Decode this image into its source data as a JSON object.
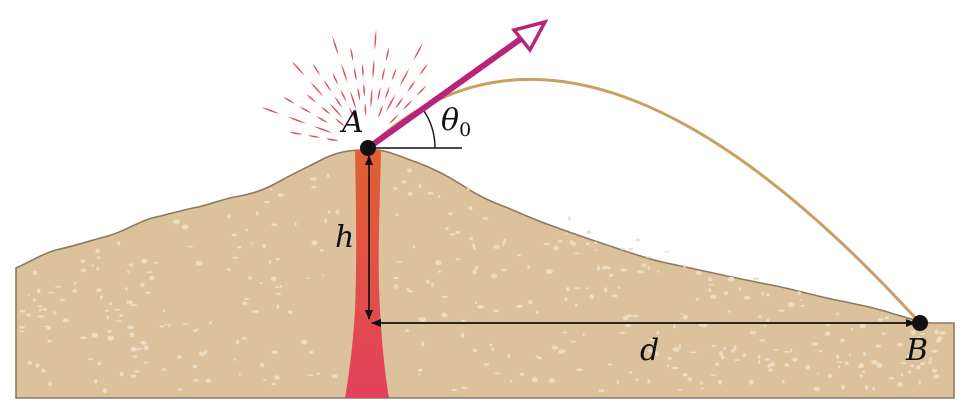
{
  "labels": {
    "point_a": "A",
    "point_b": "B",
    "angle": "θ",
    "angle_subscript": "0",
    "height": "h",
    "distance": "d"
  },
  "colors": {
    "ground": "#dcc29c",
    "ground_edge": "#8c7a60",
    "speckle": "#ece0c8",
    "lava_top": "#e06030",
    "lava_bottom": "#e2405e",
    "velocity_arrow": "#b8247a",
    "trajectory": "#c8a060",
    "spray": "#e0505a",
    "ink": "#111111"
  }
}
